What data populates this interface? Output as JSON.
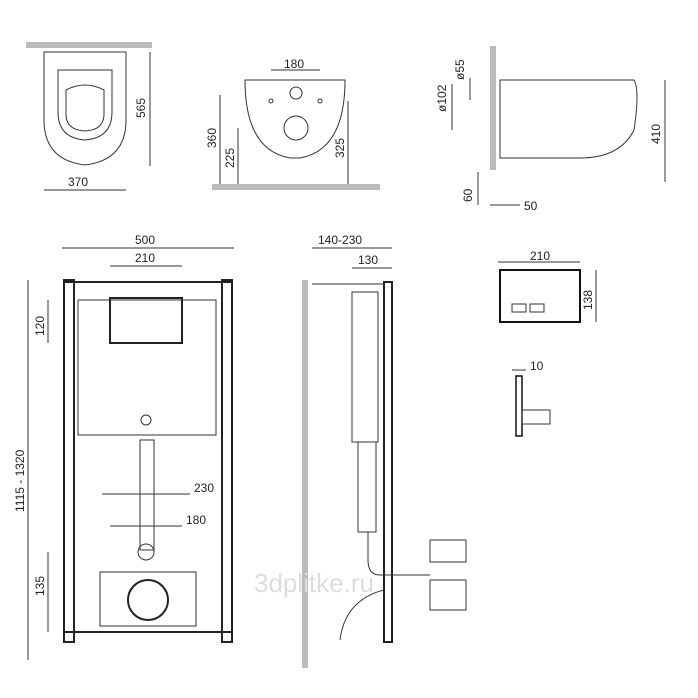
{
  "top_view": {
    "depth": "565",
    "width": "370"
  },
  "front_view": {
    "hole_spacing": "180",
    "total_height": "360",
    "lower_height": "225",
    "outlet_height": "325"
  },
  "side_view": {
    "d_small": "ø55",
    "d_large": "ø102",
    "height": "410",
    "offset_v": "60",
    "offset_h": "50"
  },
  "frame_front": {
    "width": "500",
    "plate_width": "210",
    "plate_height": "120",
    "height_range": "1115 - 1320",
    "bolt_spacing_wide": "230",
    "bolt_spacing_narrow": "180",
    "outlet_height": "135"
  },
  "frame_side": {
    "depth_range": "140-230",
    "depth": "130"
  },
  "flush_plate": {
    "width": "210",
    "height": "138",
    "thickness": "10"
  },
  "watermark": "3dplitke.ru"
}
